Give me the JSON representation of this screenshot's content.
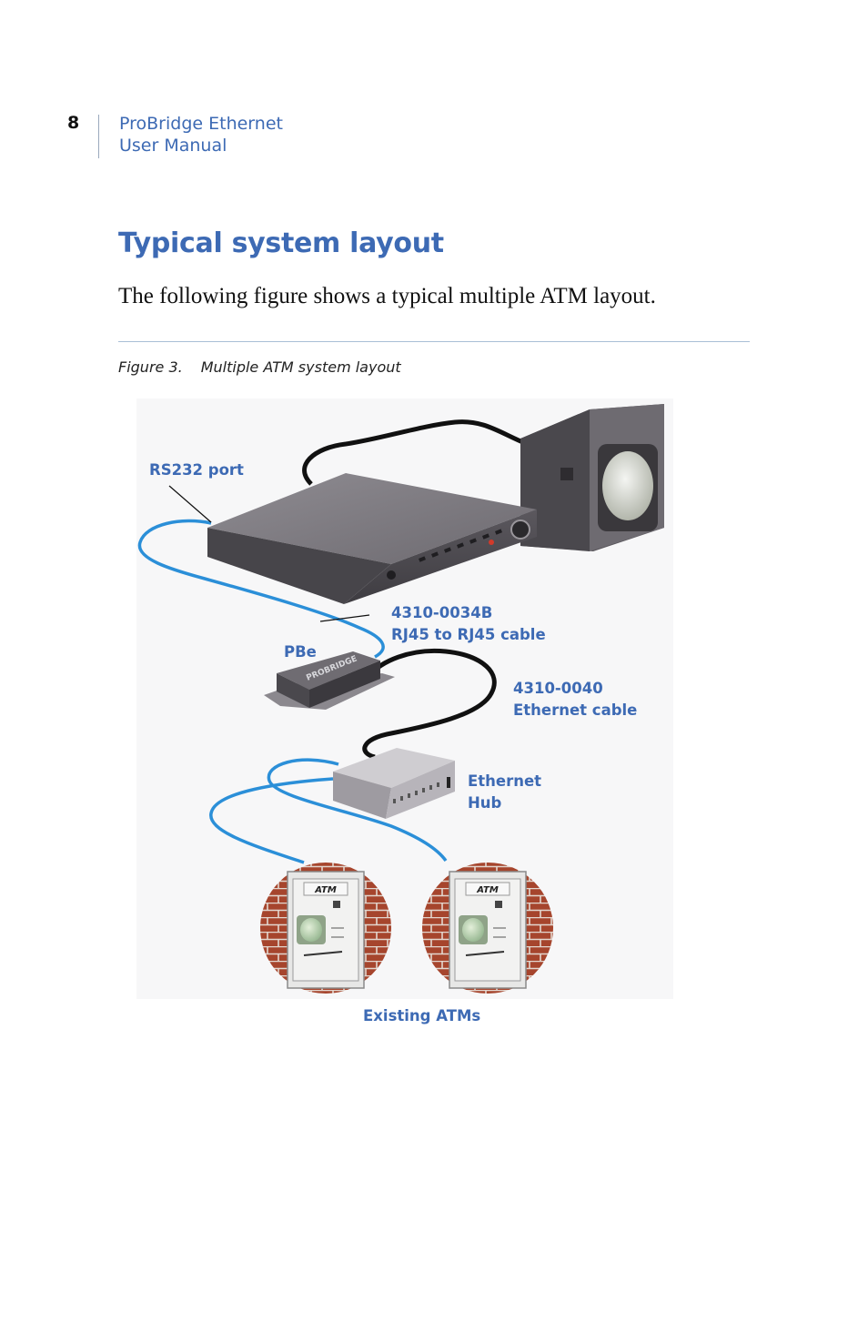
{
  "header": {
    "page_number": "8",
    "manual_line1": "ProBridge Ethernet",
    "manual_line2": "User Manual"
  },
  "section": {
    "title": "Typical system layout",
    "intro": "The following figure shows a typical multiple ATM layout."
  },
  "figure": {
    "number": "Figure 3.",
    "caption": "Multiple ATM system layout",
    "labels": {
      "rs232": "RS232 port",
      "cable1_code": "4310-0034B",
      "cable1_desc": "RJ45 to RJ45 cable",
      "pbe": "PBe",
      "cable2_code": "4310-0040",
      "cable2_desc": "Ethernet cable",
      "hub_line1": "Ethernet",
      "hub_line2": "Hub",
      "atms": "Existing ATMs"
    },
    "device_text": {
      "probridge": "PROBRIDGE",
      "atm_sign": "ATM"
    }
  },
  "colors": {
    "accent": "#3d6ab4",
    "serial_cable": "#2b8fd8",
    "ethernet_cable": "#111111",
    "brick": "#a6452d"
  }
}
